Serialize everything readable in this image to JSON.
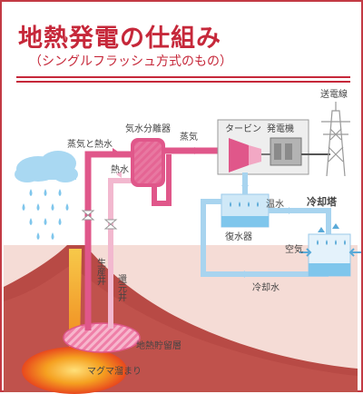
{
  "title": "地熱発電の仕組み",
  "subtitle": "（シングルフラッシュ方式のもの）",
  "labels": {
    "power_line": "送電線",
    "separator": "気水分離器",
    "steam_hot_water": "蒸気と熱水",
    "steam": "蒸気",
    "turbine": "タービン",
    "generator": "発電機",
    "hot_water": "熱水",
    "warm_water": "温水",
    "cooling_tower": "冷却塔",
    "condenser": "復水器",
    "air": "空気",
    "cooling_water": "冷却水",
    "production_well": "生産井",
    "reinjection_well": "還元井",
    "reservoir": "地熱貯留層",
    "magma": "マグマ溜まり"
  },
  "colors": {
    "accent": "#c6283a",
    "pipe_pink": "#e0578a",
    "pipe_light_pink": "#f2b8cf",
    "pipe_blue": "#a8d4ef",
    "ground": "#f5dcd6",
    "volcano": "#b84a45",
    "magma": "#f5a020",
    "cloud": "#a9d8f2",
    "text": "#444444"
  }
}
